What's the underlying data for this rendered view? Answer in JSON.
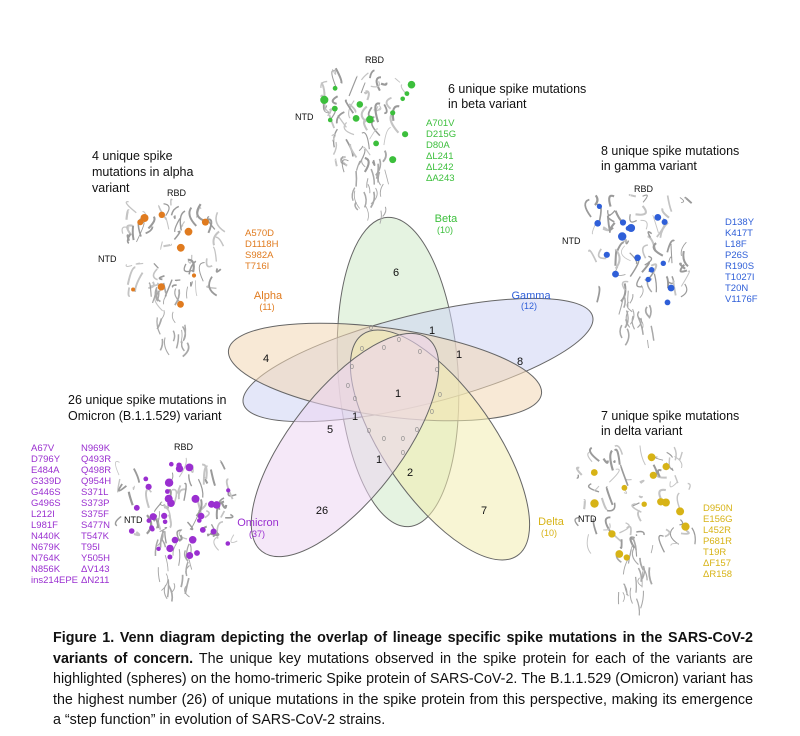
{
  "colors": {
    "alpha": "#e07b1f",
    "beta": "#3cbf3c",
    "gamma": "#2f5fd8",
    "delta": "#d7b316",
    "omicron": "#9a2fd0",
    "alpha_fill": "#f3d7b4",
    "beta_fill": "#cfe9c9",
    "gamma_fill": "#cdd3f4",
    "delta_fill": "#f3edb0",
    "omicron_fill": "#ecd6f2"
  },
  "venn": {
    "sets": {
      "alpha": {
        "name": "Alpha",
        "count": "(11)"
      },
      "beta": {
        "name": "Beta",
        "count": "(10)"
      },
      "gamma": {
        "name": "Gamma",
        "count": "(12)"
      },
      "delta": {
        "name": "Delta",
        "count": "(10)"
      },
      "omicron": {
        "name": "Omicron",
        "count": "(37)"
      }
    },
    "unique": {
      "alpha": "4",
      "beta": "6",
      "gamma": "8",
      "delta": "7",
      "omicron": "26"
    },
    "shared": {
      "center": "1",
      "beta_gamma": "1",
      "gamma_side": "1",
      "omicron_side": "1",
      "alpha_omicron": "5",
      "lower_mid": "1",
      "delta_omicron": "2"
    },
    "zero": "0"
  },
  "panels": {
    "alpha": {
      "title_lines": [
        "4 unique spike",
        "mutations in alpha",
        "variant"
      ],
      "mutations": [
        "A570D",
        "D1118H",
        "S982A",
        "T716I"
      ]
    },
    "beta": {
      "title_lines": [
        "6 unique spike mutations",
        "in beta variant"
      ],
      "mutations": [
        "A701V",
        "D215G",
        "D80A",
        "ΔL241",
        "ΔL242",
        "ΔA243"
      ]
    },
    "gamma": {
      "title_lines": [
        "8 unique spike mutations",
        "in gamma variant"
      ],
      "mutations": [
        "D138Y",
        "K417T",
        "L18F",
        "P26S",
        "R190S",
        "T1027I",
        "T20N",
        "V1176F"
      ]
    },
    "delta": {
      "title_lines": [
        "7 unique spike mutations",
        "in delta variant"
      ],
      "mutations": [
        "D950N",
        "E156G",
        "L452R",
        "P681R",
        "T19R",
        "ΔF157",
        "ΔR158"
      ]
    },
    "omicron": {
      "title_lines": [
        "26 unique spike mutations in",
        "Omicron (B.1.1.529) variant"
      ],
      "mutations_col1": [
        "A67V",
        "D796Y",
        "E484A",
        "G339D",
        "G446S",
        "G496S",
        "L212I",
        "L981F",
        "N440K",
        "N679K",
        "N764K",
        "N856K",
        "ins214EPE"
      ],
      "mutations_col2": [
        "N969K",
        "Q493R",
        "Q498R",
        "Q954H",
        "S371L",
        "S373P",
        "S375F",
        "S477N",
        "T547K",
        "T95I",
        "Y505H",
        "ΔV143",
        "ΔN211"
      ]
    }
  },
  "protein_labels": {
    "rbd": "RBD",
    "ntd": "NTD"
  },
  "caption": {
    "bold": "Figure 1. Venn diagram depicting the overlap of lineage specific spike mutations in the SARS-CoV-2 variants of concern.",
    "text": " The unique key mutations observed in the spike protein for each of the variants are highlighted (spheres) on the homo-trimeric Spike protein of SARS-CoV-2. The B.1.1.529 (Omicron) variant has the highest number (26) of unique mutations in the spike protein from this perspective, making its emergence a “step function” in evolution of SARS-CoV-2 strains."
  }
}
